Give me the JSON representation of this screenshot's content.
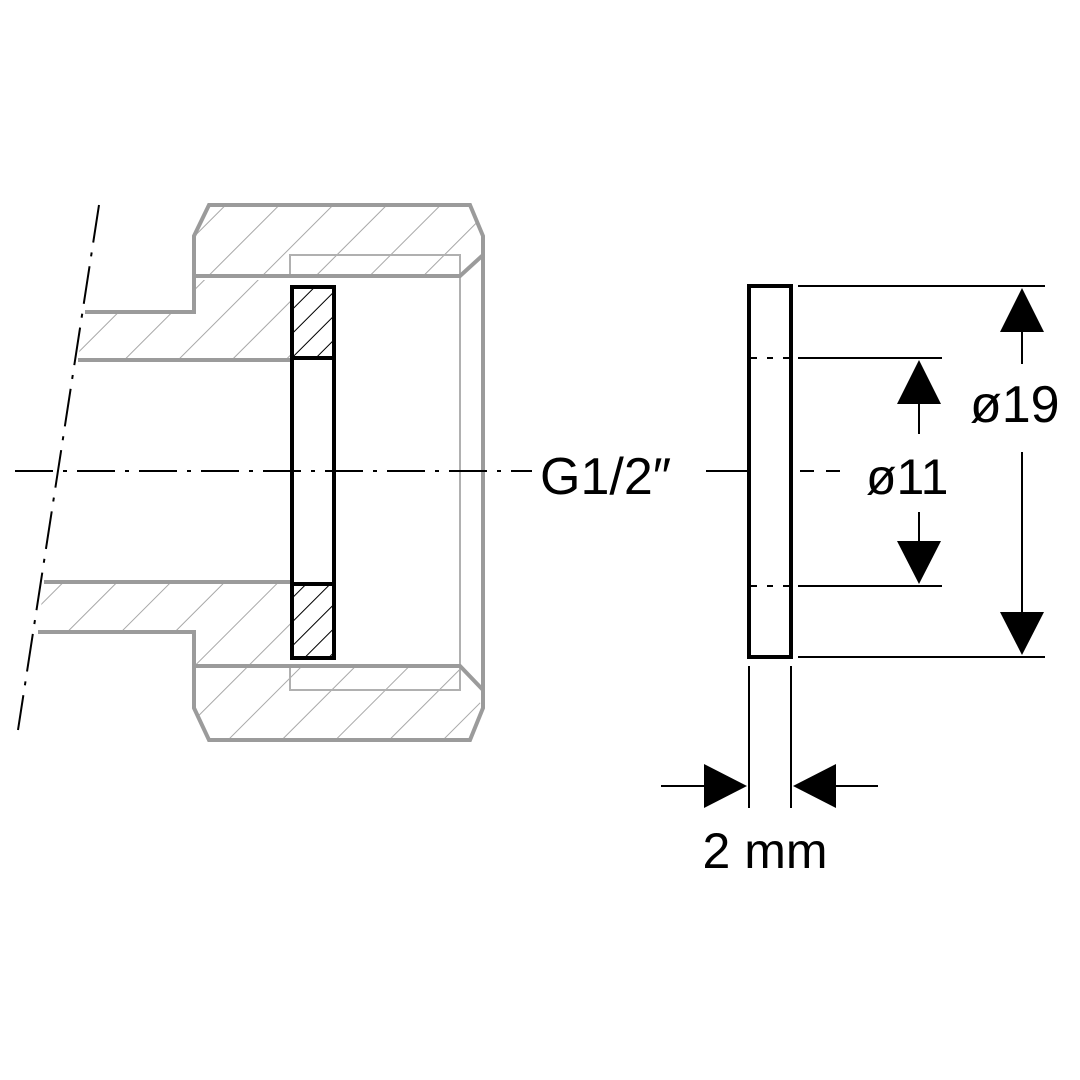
{
  "labels": {
    "thread": "G1/2″",
    "outer_diameter": "ø19",
    "inner_diameter": "ø11",
    "thickness": "2 mm"
  },
  "colors": {
    "fitting": "#9b9b9b",
    "hatch": "#a8a8a8",
    "gasket": "#000000",
    "background": "#ffffff"
  }
}
